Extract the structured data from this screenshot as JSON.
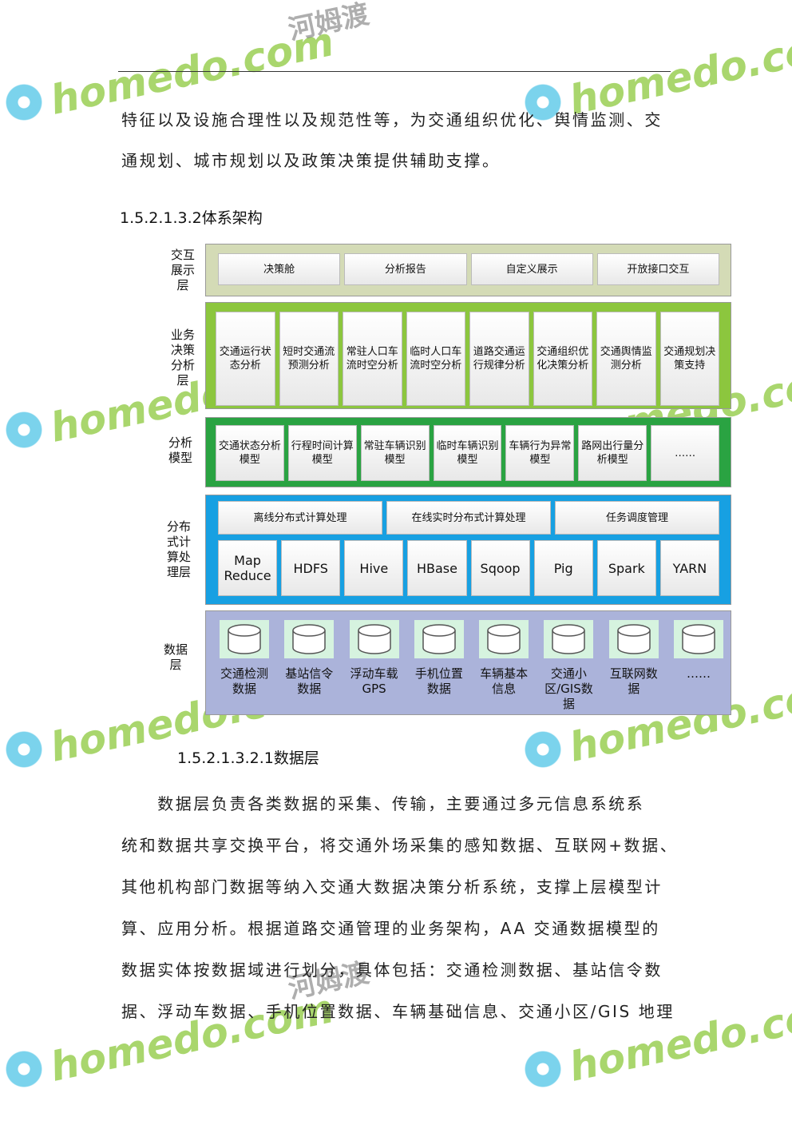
{
  "body_top": [
    "特征以及设施合理性以及规范性等，为交通组织优化、舆情监测、交",
    "通规划、城市规划以及政策决策提供辅助支撑。"
  ],
  "heading": "1.5.2.1.3.2体系架构",
  "diagram": {
    "interaction": {
      "label": "交互展示层",
      "items": [
        "决策舱",
        "分析报告",
        "自定义展示",
        "开放接口交互"
      ]
    },
    "business": {
      "label": "业务决策分析层",
      "items": [
        "交通运行状态分析",
        "短时交通流预测分析",
        "常驻人口车流时空分析",
        "临时人口车流时空分析",
        "道路交通运行规律分析",
        "交通组织优化决策分析",
        "交通舆情监测分析",
        "交通规划决策支持"
      ]
    },
    "models": {
      "label": "分析模型",
      "items": [
        "交通状态分析模型",
        "行程时间计算模型",
        "常驻车辆识别模型",
        "临时车辆识别模型",
        "车辆行为异常模型",
        "路网出行量分析模型",
        "……"
      ]
    },
    "compute": {
      "label": "分布式计算处理层",
      "top": [
        "离线分布式计算处理",
        "在线实时分布式计算处理",
        "任务调度管理"
      ],
      "items": [
        "Map Reduce",
        "HDFS",
        "Hive",
        "HBase",
        "Sqoop",
        "Pig",
        "Spark",
        "YARN"
      ]
    },
    "data": {
      "label": "数据层",
      "items": [
        "交通检测数据",
        "基站信令数据",
        "浮动车载GPS",
        "手机位置数据",
        "车辆基本信息",
        "交通小区/GIS数据",
        "互联网数据",
        "……"
      ]
    }
  },
  "subheading": "1.5.2.1.3.2.1数据层",
  "body_bottom": [
    "　　数据层负责各类数据的采集、传输，主要通过多元信息系统系",
    "统和数据共享交换平台，将交通外场采集的感知数据、互联网+数据、",
    "其他机构部门数据等纳入交通大数据决策分析系统，支撑上层模型计",
    "算、应用分析。根据道路交通管理的业务架构，AA 交通数据模型的",
    "数据实体按数据域进行划分，具体包括：交通检测数据、基站信令数",
    "据、浮动车数据、手机位置数据、车辆基础信息、交通小区/GIS 地理"
  ],
  "watermark": {
    "site": "homedo.com",
    "cn": "河姆渡"
  }
}
